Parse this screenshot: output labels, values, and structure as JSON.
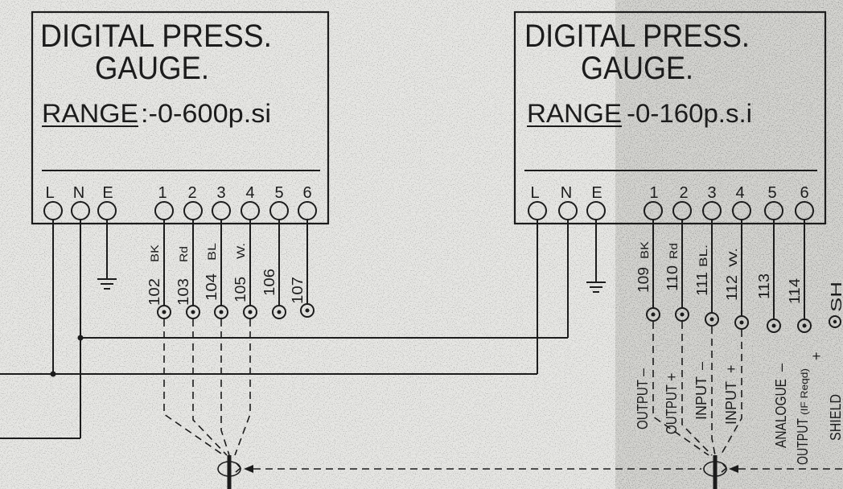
{
  "colors": {
    "ink": "#1c1c1c",
    "paper": "#e7e7e4",
    "paper_shade": "#d4d4d0"
  },
  "left_gauge": {
    "title": "DIGITAL PRESS.",
    "subtitle": "GAUGE.",
    "range_label": "RANGE",
    "range_value": ":-0-600p.si",
    "terminals": [
      "L",
      "N",
      "E",
      "1",
      "2",
      "3",
      "4",
      "5",
      "6"
    ],
    "wires": [
      {
        "number": "102",
        "color": "BK"
      },
      {
        "number": "103",
        "color": "Rd"
      },
      {
        "number": "104",
        "color": "BL"
      },
      {
        "number": "105",
        "color": "W."
      },
      {
        "number": "106"
      },
      {
        "number": "107"
      }
    ]
  },
  "right_gauge": {
    "title": "DIGITAL PRESS.",
    "subtitle": "GAUGE.",
    "range_label": "RANGE",
    "range_value": "-0-160p.s.i",
    "terminals": [
      "L",
      "N",
      "E",
      "1",
      "2",
      "3",
      "4",
      "5",
      "6"
    ],
    "wires": [
      {
        "number": "109",
        "color": "BK",
        "function": "OUTPUT",
        "sign": "–"
      },
      {
        "number": "110",
        "color": "Rd",
        "function": "OUTPUT",
        "sign": "+"
      },
      {
        "number": "111",
        "color": "BL.",
        "function": "INPUT",
        "sign": "–"
      },
      {
        "number": "112",
        "color": "W.",
        "function": "INPUT",
        "sign": "+"
      },
      {
        "number": "113",
        "function": "ANALOGUE",
        "sign": "–"
      },
      {
        "number": "114",
        "function": "OUTPUT",
        "qualifier": "(IF Reqd)",
        "sign": "+"
      }
    ]
  },
  "shield": {
    "label": "SHIELD",
    "terminal_label": "SH"
  }
}
